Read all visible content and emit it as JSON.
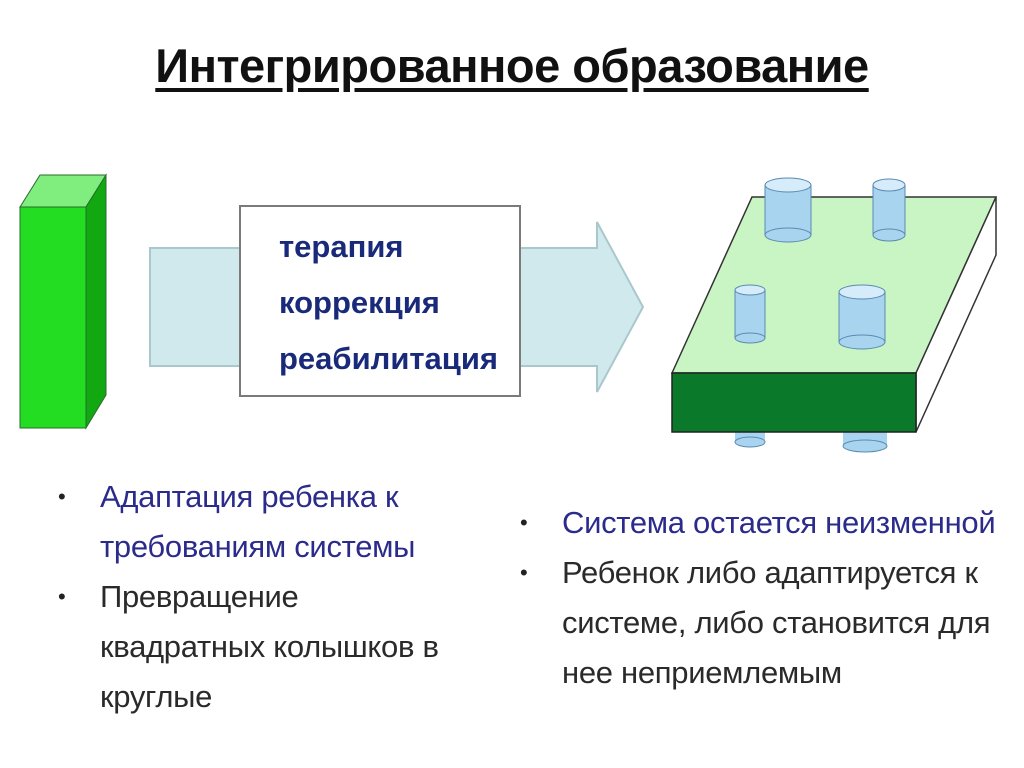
{
  "title": "Интегрированное образование",
  "box": {
    "line1": "терапия",
    "line2": "коррекция",
    "line3": "реабилитация"
  },
  "left_bullets": [
    "Адаптация ребенка к требованиям системы",
    "Превращение квадратных колышков в круглые"
  ],
  "right_bullets": [
    "Система остается неизменной",
    "Ребенок либо адаптируется к системе, либо становится для нее неприемлемым"
  ],
  "colors": {
    "green": "#22dd22",
    "dark_green": "#0a7a2a",
    "board_top": "#c9f5c4",
    "arrow": "#cfe9ec",
    "cylinder": "#a8d4f0",
    "box_text": "#1a2a7a",
    "accent_text": "#2b2b8c"
  }
}
